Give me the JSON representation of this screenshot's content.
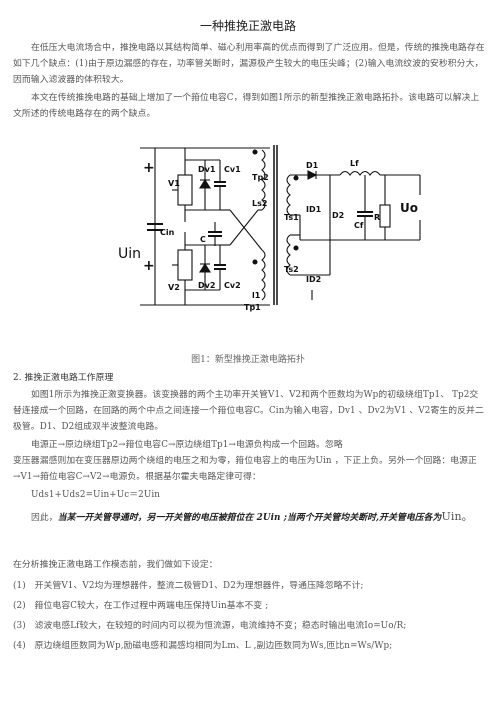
{
  "title": "一种推挽正激电路",
  "intro": {
    "p1": "在低压大电流场合中，推挽电路以其结构简单、磁心利用率高的优点而得到了广泛应用。但是，传统的推挽电路存在如下几个缺点：(1)由于原边漏感的存在，功率管关断时，漏源极产生较大的电压尖峰；(2)输入电流纹波的安秒积分大，因而输入滤波器的体积较大。",
    "p2": "本文在传统推挽电路的基础上增加了一个箝位电容C，得到如图1所示的新型推挽正激电路拓扑。该电路可以解决上文所述的传统电路存在的两个缺点。"
  },
  "figure": {
    "caption": "图1：新型推挽正激电路拓扑",
    "labels": {
      "plus_top": "+",
      "plus_bottom": "+",
      "minus": "-",
      "v1": "V1",
      "dv1": "Dv1",
      "cv1": "Cv1",
      "v2": "V2",
      "dv2": "Dv2",
      "cv2": "Cv2",
      "cin": "Cin",
      "uin": "Uin",
      "c": "C",
      "tp1": "Tp1",
      "tp2": "Tp2",
      "ls2": "Ls2",
      "l1": "l1",
      "ts1": "Ts1",
      "ts2": "Ts2",
      "d1": "D1",
      "d2": "D2",
      "id1": "ID1",
      "id2": "ID2",
      "lf": "Lf",
      "cf": "Cf",
      "r": "R",
      "uo": "Uo"
    }
  },
  "section2": {
    "heading": "2. 推挽正激电路工作原理",
    "p1": "如图1所示为推挽正激变换器。该变换器的两个主功率开关管V1、V2和两个匝数均为Wp的初级绕组Tp1、 Tp2交替连接成一个回路，在回路的两个中点之间连接一个箝位电容C。Cin为输入电容，Dv1 、Dv2为V1 、V2寄生的反并二极管。D1、D2组成双半波整流电路。",
    "p2": "电源正→原边绕组Tp2→箝位电容C→原边绕组Tp1→电源负构成一个回路。忽略",
    "p3": "变压器漏感则加在变压器原边两个绕组的电压之和为零，箝位电容上的电压为Uin ，下正上负。另外一个回路：电源正→V1→箝位电容C→V2→电源负。根据基尔霍夫电路定律可得：",
    "formula": "Uds1+Uds2=Uin+Uc＝2Uin",
    "p4_prefix": "因此，",
    "p4_bold": "当某一开关管导通时，另一开关管的电压被箝位在 2Uin ;当两个开关管均关断时,开关管电压各为",
    "p4_suffix": "Uin。"
  },
  "assumptions": {
    "intro": "在分析推挽正激电路工作模态前，我们做如下设定：",
    "items": [
      "(1)　开关管V1、V2均为理想器件，整流二极管D1、D2为理想器件，导通压降忽略不计;",
      "(2)　箝位电容C较大，在工作过程中两端电压保持Uin基本不变 ;",
      "(3)　滤波电感Lf较大，在较短的时间内可以视为恒流源，电流维持不变；稳态时输出电流Io=Uo/R;",
      "(4)　原边绕组匝数同为Wp,励磁电感和漏感均相同为Lm、L ,副边匝数同为Ws,匝比n=Ws/Wp;"
    ]
  }
}
